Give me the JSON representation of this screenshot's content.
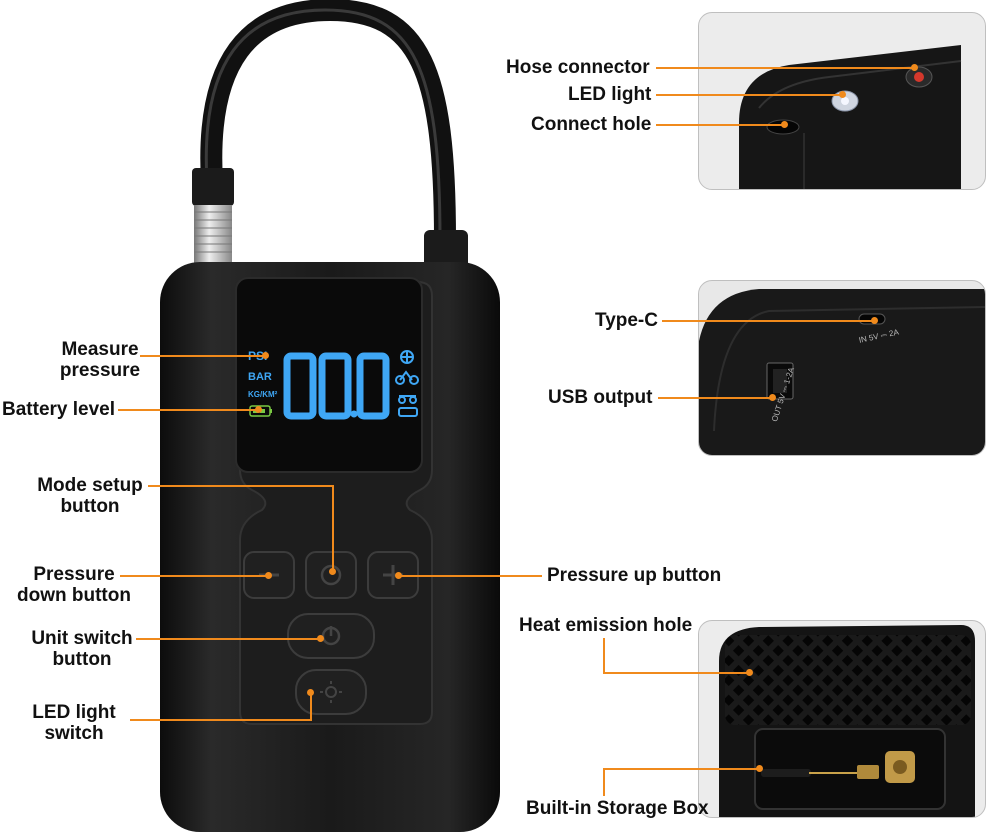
{
  "labels": {
    "hose_connector": "Hose connector",
    "led_light": "LED light",
    "connect_hole": "Connect hole",
    "type_c": "Type-C",
    "usb_output": "USB output",
    "measure_pressure_1": "Measure",
    "measure_pressure_2": "pressure",
    "battery_level": "Battery level",
    "mode_setup_1": "Mode setup",
    "mode_setup_2": "button",
    "pressure_down_1": "Pressure",
    "pressure_down_2": "down button",
    "pressure_up": "Pressure up button",
    "unit_switch_1": "Unit switch",
    "unit_switch_2": "button",
    "led_switch_1": "LED light",
    "led_switch_2": "switch",
    "heat_emission": "Heat emission hole",
    "storage_box": "Built-in Storage Box"
  },
  "display": {
    "unit_psi": "PSI",
    "unit_bar": "BAR",
    "unit_kg": "KG/KM²",
    "reading": "00.0"
  },
  "port_text": {
    "in": "IN 5V ⎓ 2A",
    "out": "OUT 5V ⎓ 1-2A"
  },
  "colors": {
    "accent": "#f08a1c",
    "lcd": "#3fa7f5",
    "battery": "#7ac943",
    "body": "#151515"
  }
}
